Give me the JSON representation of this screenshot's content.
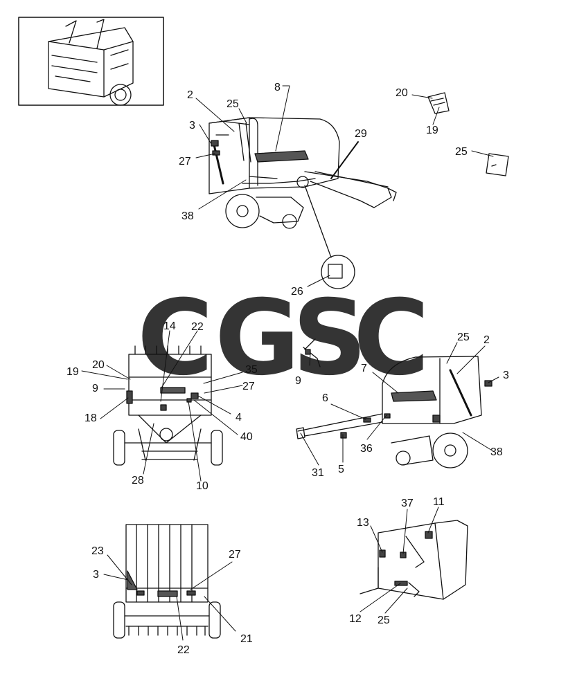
{
  "callouts": [
    {
      "key": "t1-2",
      "label": "2"
    },
    {
      "key": "t1-25",
      "label": "25"
    },
    {
      "key": "t1-8",
      "label": "8"
    },
    {
      "key": "t1-3",
      "label": "3"
    },
    {
      "key": "t1-27",
      "label": "27"
    },
    {
      "key": "t1-29",
      "label": "29"
    },
    {
      "key": "t1-38",
      "label": "38"
    },
    {
      "key": "t1-26",
      "label": "26"
    },
    {
      "key": "t1-20",
      "label": "20"
    },
    {
      "key": "t1-19",
      "label": "19"
    },
    {
      "key": "t1-25b",
      "label": "25"
    },
    {
      "key": "m-14",
      "label": "14"
    },
    {
      "key": "m-22",
      "label": "22"
    },
    {
      "key": "m-20",
      "label": "20"
    },
    {
      "key": "m-19",
      "label": "19"
    },
    {
      "key": "m-9",
      "label": "9"
    },
    {
      "key": "m-18",
      "label": "18"
    },
    {
      "key": "m-35",
      "label": "35"
    },
    {
      "key": "m-27",
      "label": "27"
    },
    {
      "key": "m-4",
      "label": "4"
    },
    {
      "key": "m-40",
      "label": "40"
    },
    {
      "key": "m-28",
      "label": "28"
    },
    {
      "key": "m-10",
      "label": "10"
    },
    {
      "key": "r-9",
      "label": "9"
    },
    {
      "key": "r-25",
      "label": "25"
    },
    {
      "key": "r-2",
      "label": "2"
    },
    {
      "key": "r-7",
      "label": "7"
    },
    {
      "key": "r-3",
      "label": "3"
    },
    {
      "key": "r-6",
      "label": "6"
    },
    {
      "key": "r-36",
      "label": "36"
    },
    {
      "key": "r-38",
      "label": "38"
    },
    {
      "key": "r-31",
      "label": "31"
    },
    {
      "key": "r-5",
      "label": "5"
    },
    {
      "key": "b-23",
      "label": "23"
    },
    {
      "key": "b-27",
      "label": "27"
    },
    {
      "key": "b-3",
      "label": "3"
    },
    {
      "key": "b-21",
      "label": "21"
    },
    {
      "key": "b-22",
      "label": "22"
    },
    {
      "key": "br-37",
      "label": "37"
    },
    {
      "key": "br-11",
      "label": "11"
    },
    {
      "key": "br-13",
      "label": "13"
    },
    {
      "key": "br-12",
      "label": "12"
    },
    {
      "key": "br-25",
      "label": "25"
    }
  ],
  "watermark": {
    "letters": [
      {
        "char": "C",
        "color": "#4a8ef5"
      },
      {
        "char": "G",
        "color": "#f07a6e"
      },
      {
        "char": "S",
        "color": "#fbd35a"
      },
      {
        "char": "C",
        "color": "#3fae7a"
      }
    ]
  },
  "colors": {
    "ink": "#111111",
    "paper": "#ffffff"
  }
}
